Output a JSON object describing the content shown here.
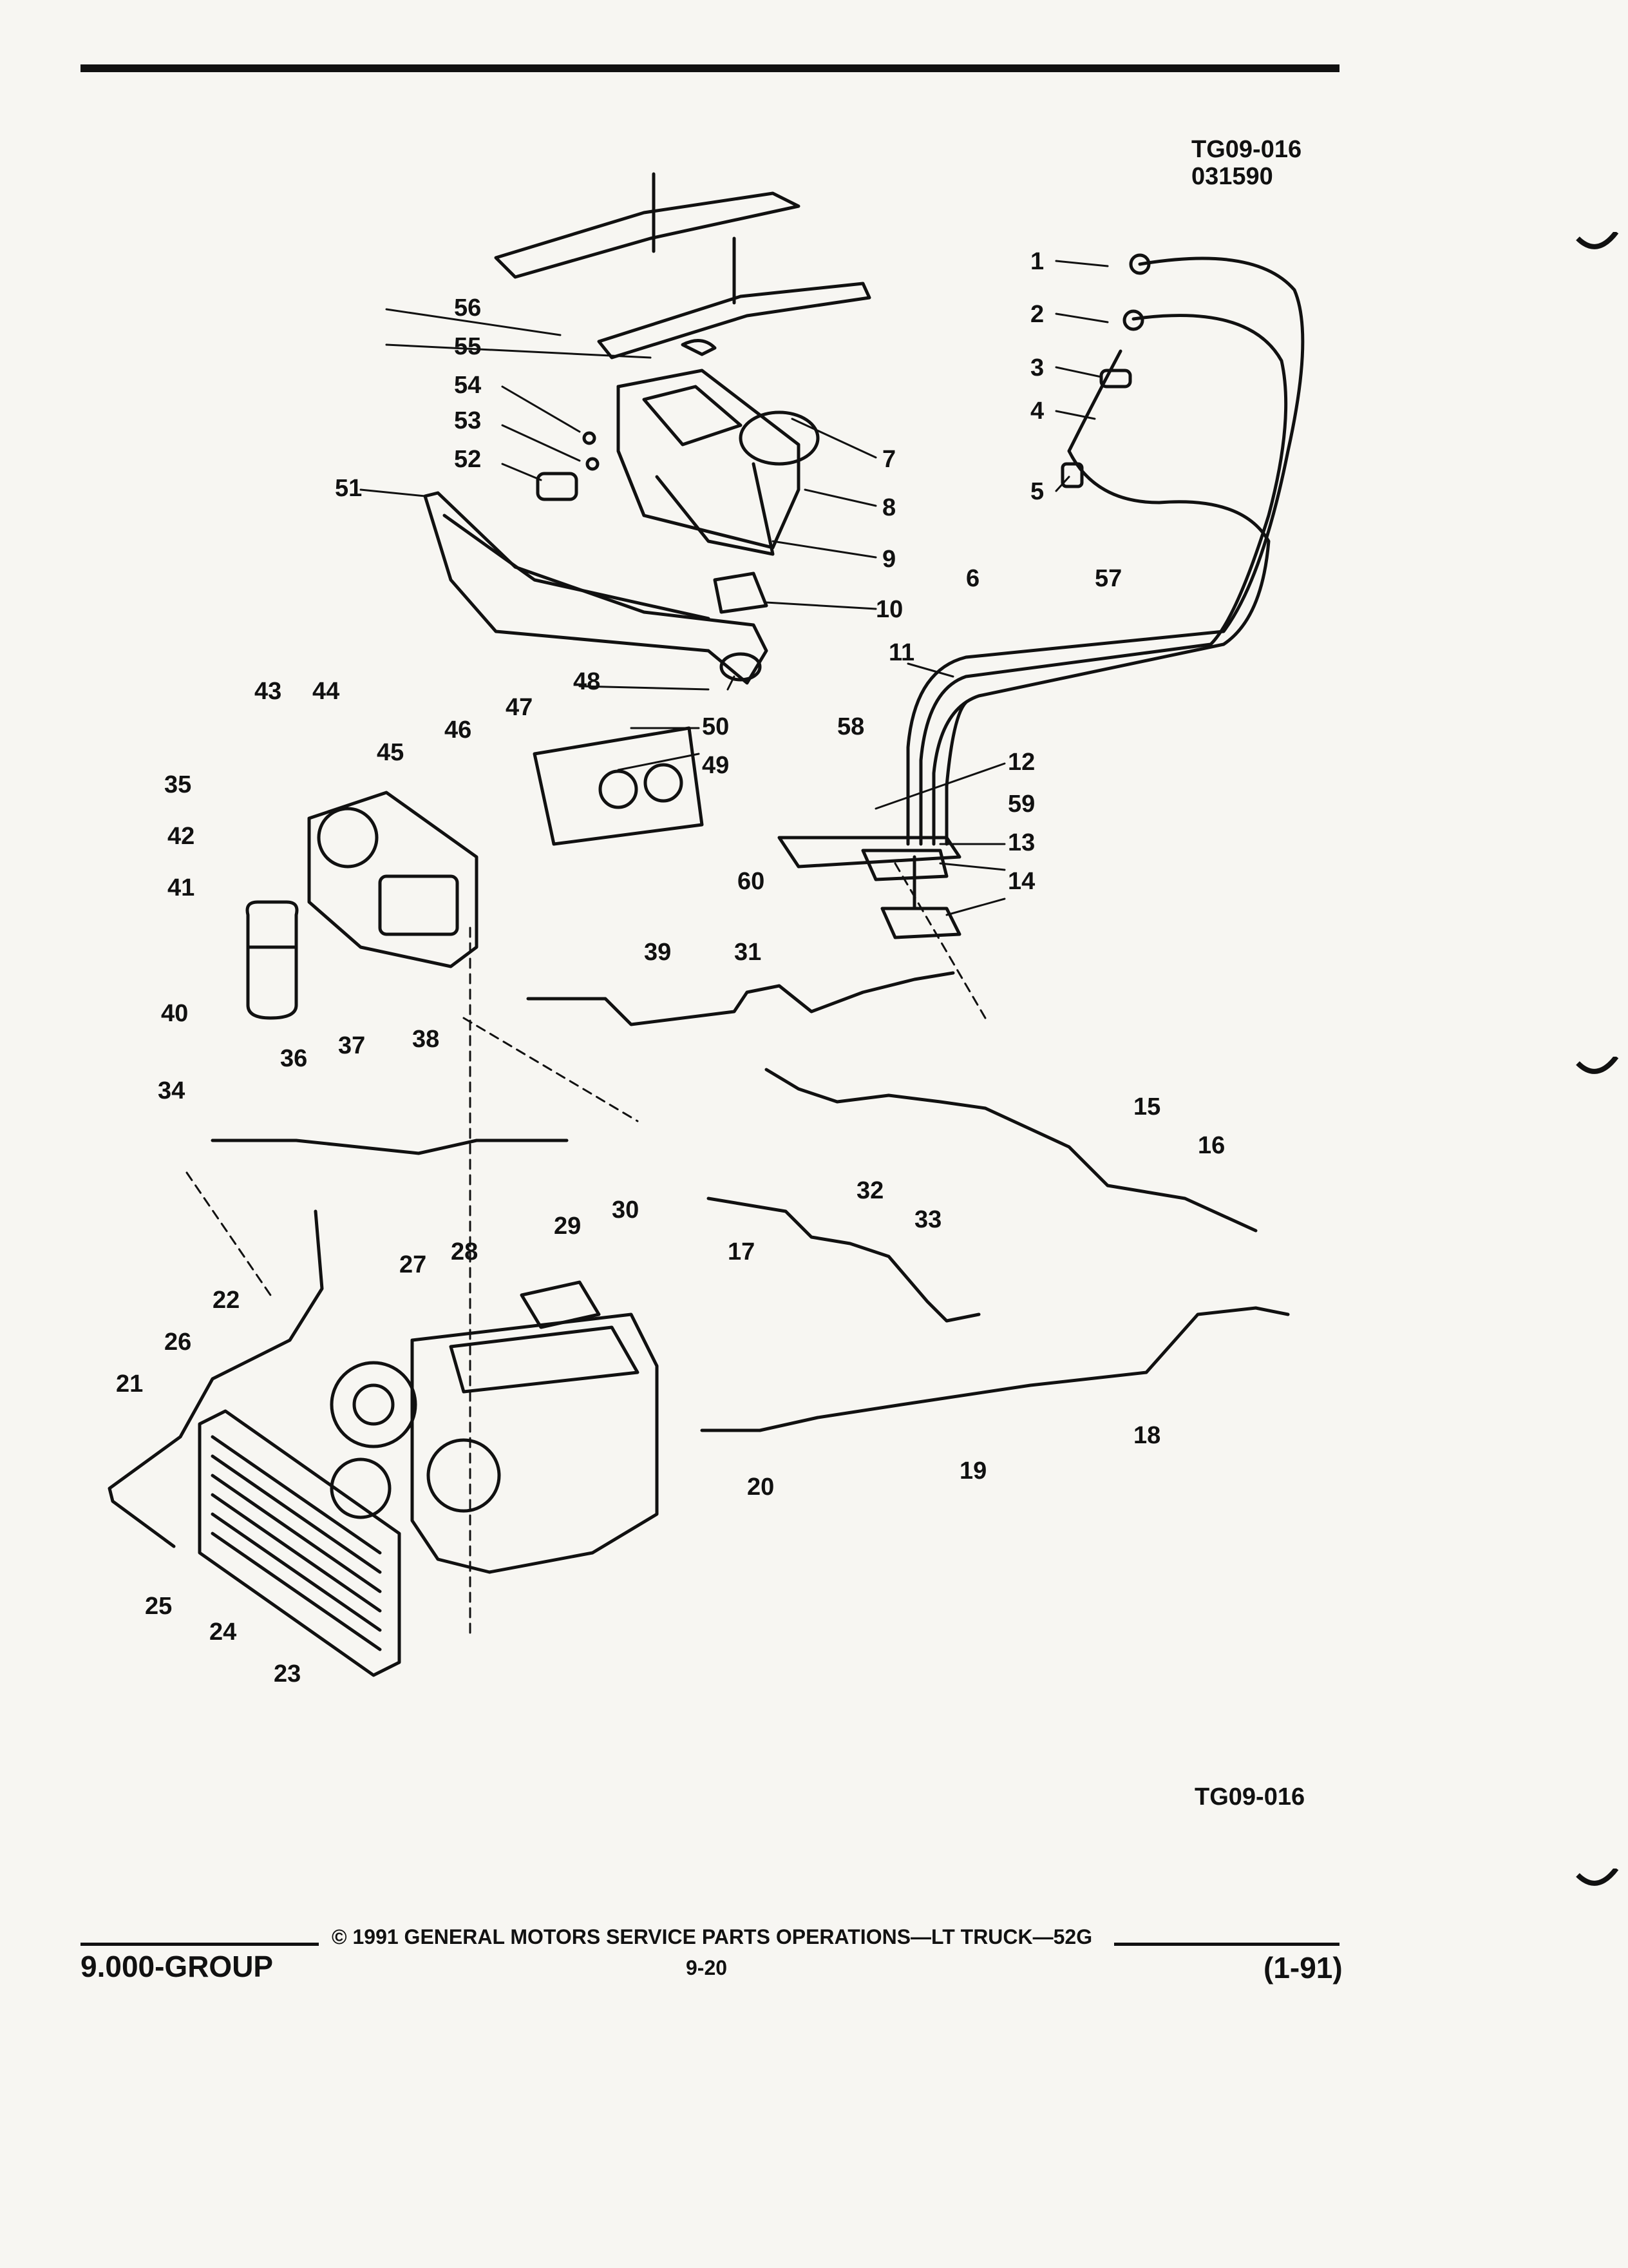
{
  "figure": {
    "id": "TG09-016",
    "code": "031590",
    "id_bottom": "TG09-016"
  },
  "callouts": [
    "1",
    "2",
    "3",
    "4",
    "5",
    "6",
    "7",
    "8",
    "9",
    "10",
    "11",
    "12",
    "13",
    "14",
    "15",
    "16",
    "17",
    "18",
    "19",
    "20",
    "21",
    "22",
    "23",
    "24",
    "25",
    "26",
    "27",
    "28",
    "29",
    "30",
    "31",
    "32",
    "33",
    "34",
    "35",
    "36",
    "37",
    "38",
    "39",
    "40",
    "41",
    "42",
    "43",
    "44",
    "45",
    "46",
    "47",
    "48",
    "49",
    "50",
    "51",
    "52",
    "53",
    "54",
    "55",
    "56",
    "57",
    "58",
    "59",
    "60"
  ],
  "footer": {
    "group": "9.000-GROUP",
    "copyright": "© 1991 GENERAL MOTORS SERVICE PARTS OPERATIONS—LT TRUCK—52G",
    "page": "9-20",
    "date": "(1-91)"
  }
}
